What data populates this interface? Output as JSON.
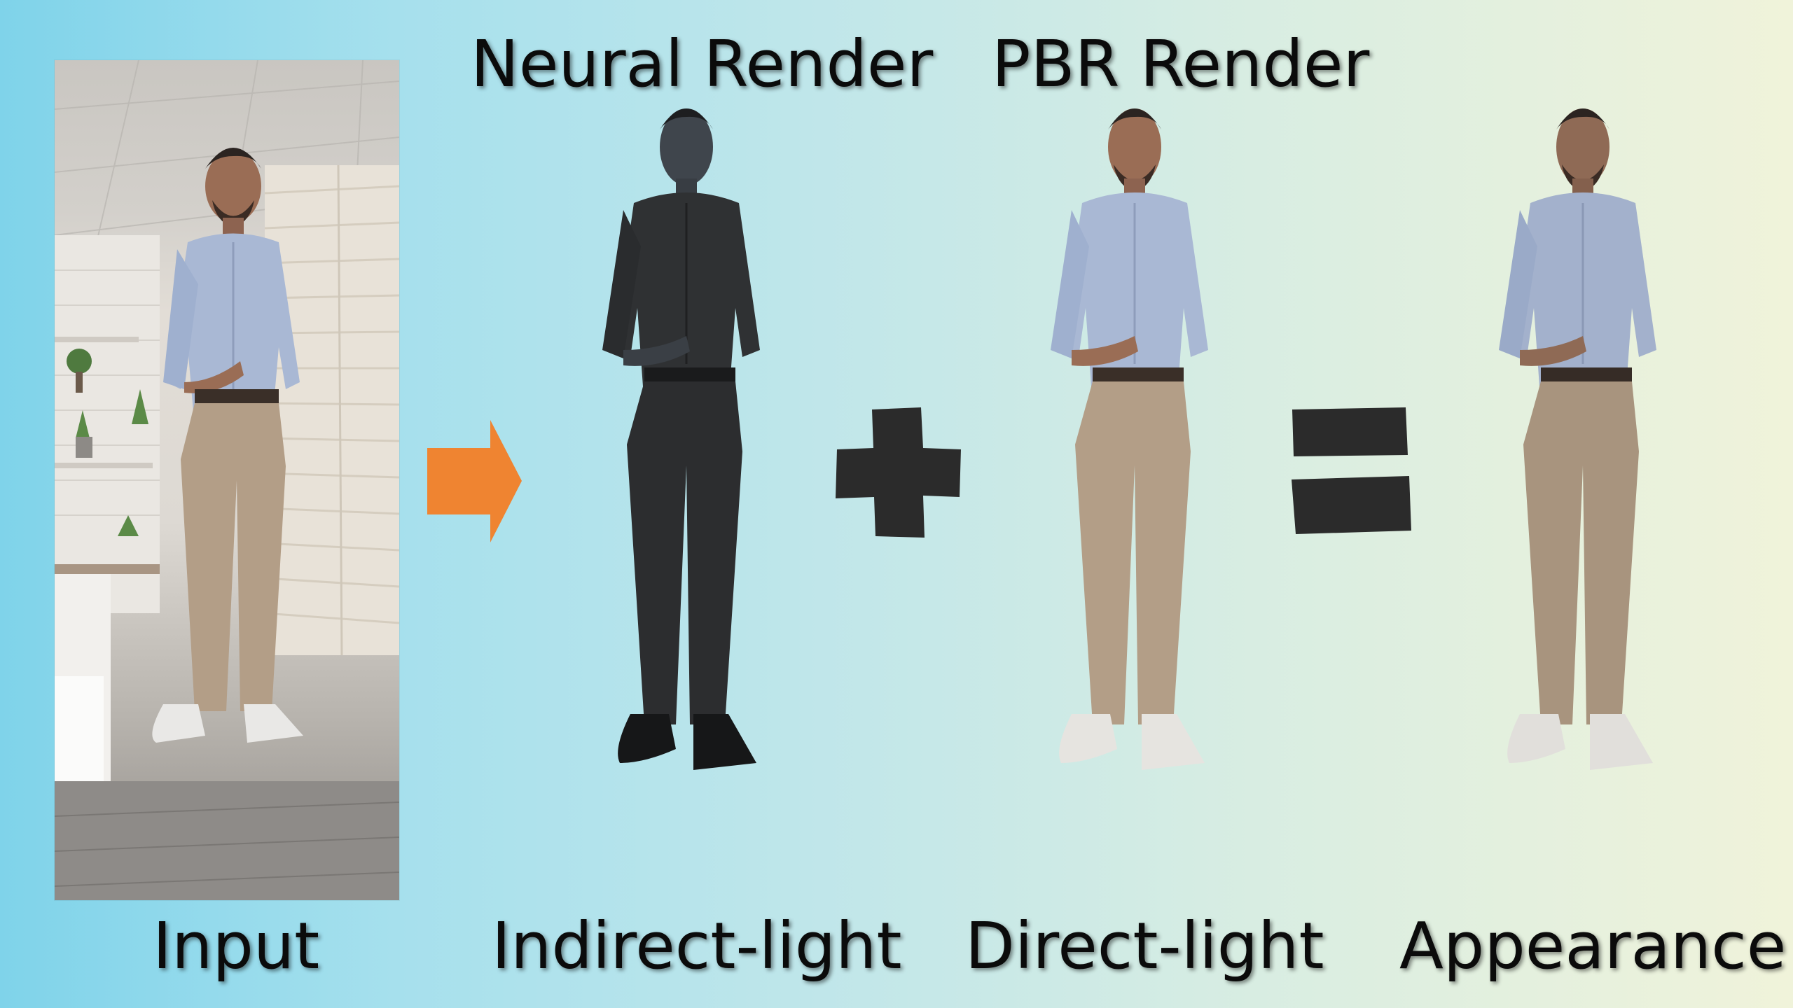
{
  "header": {
    "neural_render": "Neural Render",
    "pbr_render": "PBR Render"
  },
  "panels": {
    "input": "Input",
    "indirect": "Indirect-light",
    "direct": "Direct-light",
    "appearance": "Appearance"
  },
  "colors": {
    "arrow": "#ef8431",
    "operator": "#2b2b2b",
    "shirt_light": "#a9b8d4",
    "pants_light": "#b39e87",
    "indirect_body": "#2f3133"
  },
  "icons": {
    "arrow": "orange-right-arrow-icon",
    "plus": "plus-icon",
    "equals": "equals-icon"
  }
}
